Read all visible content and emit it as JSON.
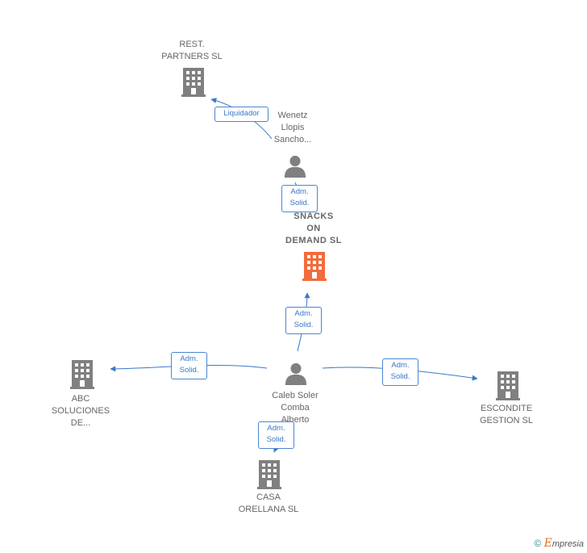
{
  "nodes": {
    "rest_partners": {
      "label": "REST.\nPARTNERS SL",
      "type": "company"
    },
    "wenetz": {
      "label": "Wenetz\nLlopis\nSancho...",
      "type": "person"
    },
    "snacks": {
      "label": "SNACKS\nON\nDEMAND  SL",
      "type": "company-focus"
    },
    "caleb": {
      "label": "Caleb Soler\nComba\nAlberto",
      "type": "person"
    },
    "abc": {
      "label": "ABC\nSOLUCIONES\nDE...",
      "type": "company"
    },
    "escondite": {
      "label": "ESCONDITE\nGESTION  SL",
      "type": "company"
    },
    "casa": {
      "label": "CASA\nORELLANA  SL",
      "type": "company"
    }
  },
  "edges": {
    "wenetz_rest": {
      "label": "Liquidador"
    },
    "wenetz_snacks": {
      "label": "Adm.\nSolid."
    },
    "caleb_snacks": {
      "label": "Adm.\nSolid."
    },
    "caleb_abc": {
      "label": "Adm.\nSolid."
    },
    "caleb_escondite": {
      "label": "Adm.\nSolid."
    },
    "caleb_casa": {
      "label": "Adm.\nSolid."
    }
  },
  "colors": {
    "company": "#808080",
    "company_focus": "#f26c3c",
    "person": "#808080",
    "edge": "#3b78c6"
  },
  "footer": {
    "copyright": "©",
    "brand_initial": "E",
    "brand_rest": "mpresia"
  }
}
